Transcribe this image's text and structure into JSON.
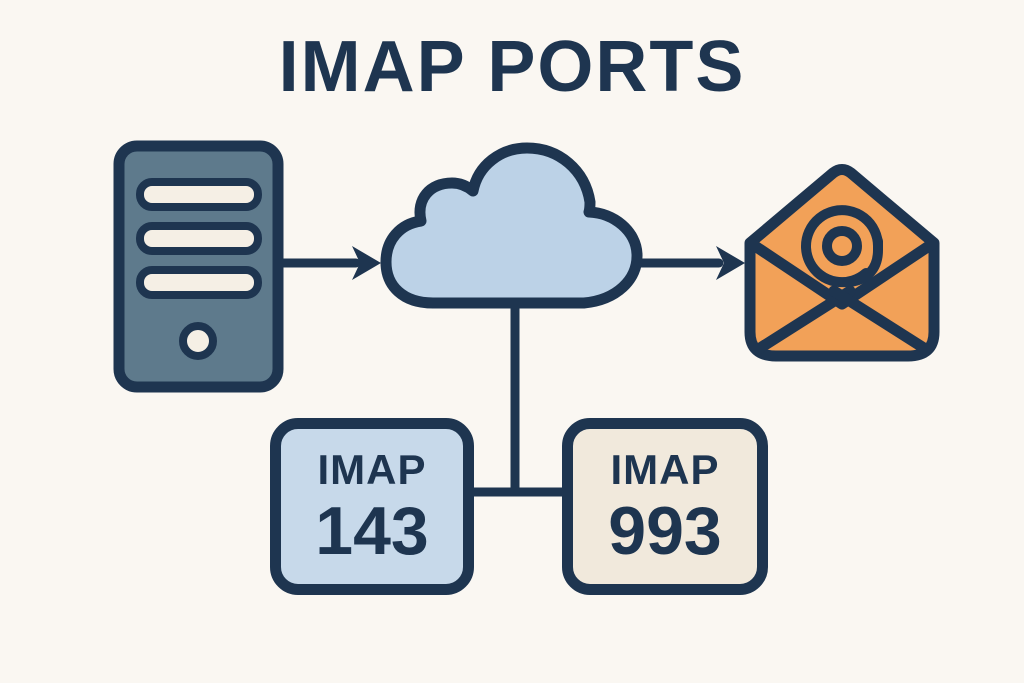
{
  "title": "IMAP PORTS",
  "colors": {
    "background": "#faf7f2",
    "ink": "#1e3550",
    "server_fill": "#5e7a8c",
    "slot_fill": "#f5efe5",
    "cloud_fill": "#bcd2e7",
    "envelope_fill": "#f2a158",
    "port_143_fill": "#c7d9ea",
    "port_993_fill": "#f1e9dc"
  },
  "icons": {
    "server": "server-icon",
    "cloud": "cloud-icon",
    "email": "envelope-at-icon",
    "at": "at-sign-icon",
    "arrow": "arrow-right-icon"
  },
  "ports": [
    {
      "protocol": "IMAP",
      "port": "143"
    },
    {
      "protocol": "IMAP",
      "port": "993"
    }
  ]
}
